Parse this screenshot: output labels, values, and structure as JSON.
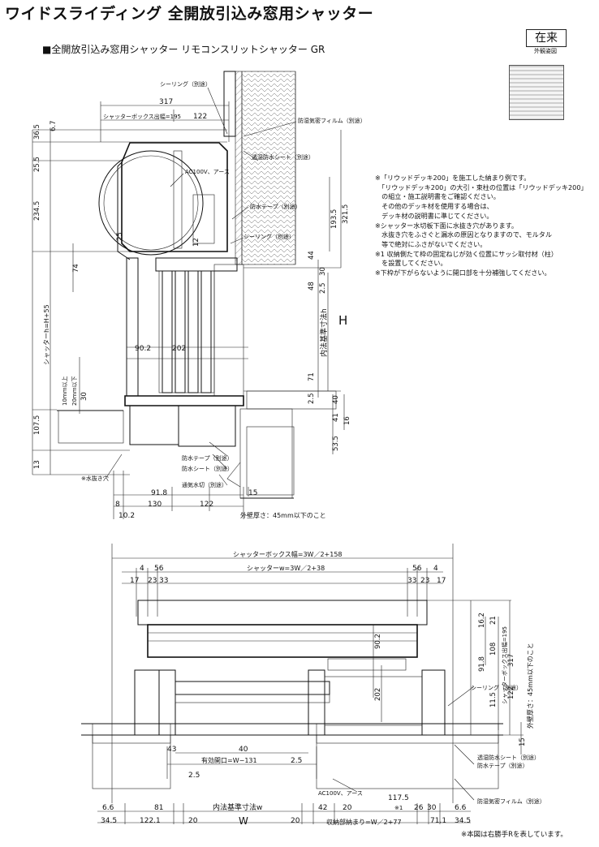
{
  "header": {
    "title": "ワイドスライディング 全開放引込み窓用シャッター",
    "subtitle": "■全開放引込み窓用シャッター リモコンスリットシャッター GR",
    "badge": "在来",
    "badge_caption": "外観姿図"
  },
  "notes": [
    "※「リウッドデッキ200」を施工した納まり例です。",
    "　「リウッドデッキ200」の大引・束柱の位置は「リウッドデッキ200」",
    "　の組立・施工説明書をご確認ください。",
    "　その他のデッキ材を使用する場合は、",
    "　デッキ材の説明書に準じてください。",
    "※シャッター水切板下面に水抜き穴があります。",
    "　水抜き穴をふさぐと漏水の原因となりますので、モルタル",
    "　等で絶対にふさがないでください。",
    "※1 収納側たて枠の固定ねじが効く位置にサッシ取付材（柱）",
    "　を設置してください。",
    "※下枠が下がらないように開口部を十分補強してください。"
  ],
  "footer": "※本図は右勝手Rを表しています。",
  "section": {
    "labels": {
      "sealing": "シーリング（別途）",
      "film": "防湿気密フィルム（別途）",
      "sheet": "透湿防水シート（別途）",
      "ac": "AC100V、アース",
      "tape": "防水テープ（別途）",
      "sealing2": "シーリング（別途）",
      "box_depth": "シャッターボックス出幅=195",
      "shutter_h": "シャッターh=H+55",
      "inner_h": "内法基準寸法h",
      "drain": "※水抜き穴",
      "tape_b": "防水テープ（別途）",
      "sheet_b": "防水シート（別途）",
      "vent": "通気水切（別途）",
      "wall": "外壁厚さ：45mm以下のこと",
      "mm10": "10mm以上",
      "mm20": "20mm以下",
      "H": "H"
    },
    "dims": {
      "w317": "317",
      "w122": "122",
      "d36": "36.5",
      "d6": "6.7",
      "d25": "25.5",
      "d234": "234.5",
      "d321": "321.5",
      "d193": "193.5",
      "d25b": "25",
      "d12": "12",
      "d74": "74",
      "d44": "44",
      "d30": "30",
      "d48": "48",
      "d2_5": "2.5",
      "d90": "90.2",
      "d202": "202",
      "d71": "71",
      "d30b": "30",
      "d2_5b": "2.5",
      "d40": "40",
      "d41": "41",
      "d16": "16",
      "d107": "107.5",
      "d53": "53.5",
      "d13": "13",
      "d91": "91.8",
      "d15": "15",
      "d8": "8",
      "d130": "130",
      "d122b": "122",
      "d10": "10.2"
    }
  },
  "plan": {
    "labels": {
      "box_w": "シャッターボックス幅=3W／2+158",
      "shutter_w": "シャッターw=3W／2+38",
      "box_depth": "シャッターボックス出幅=195",
      "wall": "外壁厚さ：45mm以下のこと",
      "sealing": "シーリング（別途）",
      "opening": "有効開口=W−131",
      "ac": "AC100V、アース",
      "sheet": "透湿防水シート（別途）",
      "tape": "防水テープ（別途）",
      "film": "防湿気密フィルム（別途）",
      "inner_w": "内法基準寸法w",
      "W": "W",
      "storage": "収納部納まり=W／2+77",
      "star1": "※1"
    },
    "dims": {
      "d4": "4",
      "d56": "56",
      "d17": "17",
      "d23": "23",
      "d33": "33",
      "d56r": "56",
      "d4r": "4",
      "d33r": "33",
      "d23r": "23",
      "d17r": "17",
      "d16": "16.2",
      "d21": "21",
      "d91": "91.8",
      "d108": "108",
      "d317": "317",
      "d90": "90.2",
      "d122": "122",
      "d11": "11.5",
      "d202": "202",
      "d40": "40",
      "d15": "15",
      "d43": "43",
      "d2_5": "2.5",
      "d2_5b": "2.5",
      "d117": "117.5",
      "d6": "6.6",
      "d81": "81",
      "d34": "34.5",
      "d122b": "122.1",
      "d20": "20",
      "d20b": "20",
      "d42": "42",
      "d20c": "20",
      "d26": "26",
      "d30": "30",
      "d6r": "6.6",
      "d71": "71.1",
      "d34r": "34.5"
    }
  }
}
